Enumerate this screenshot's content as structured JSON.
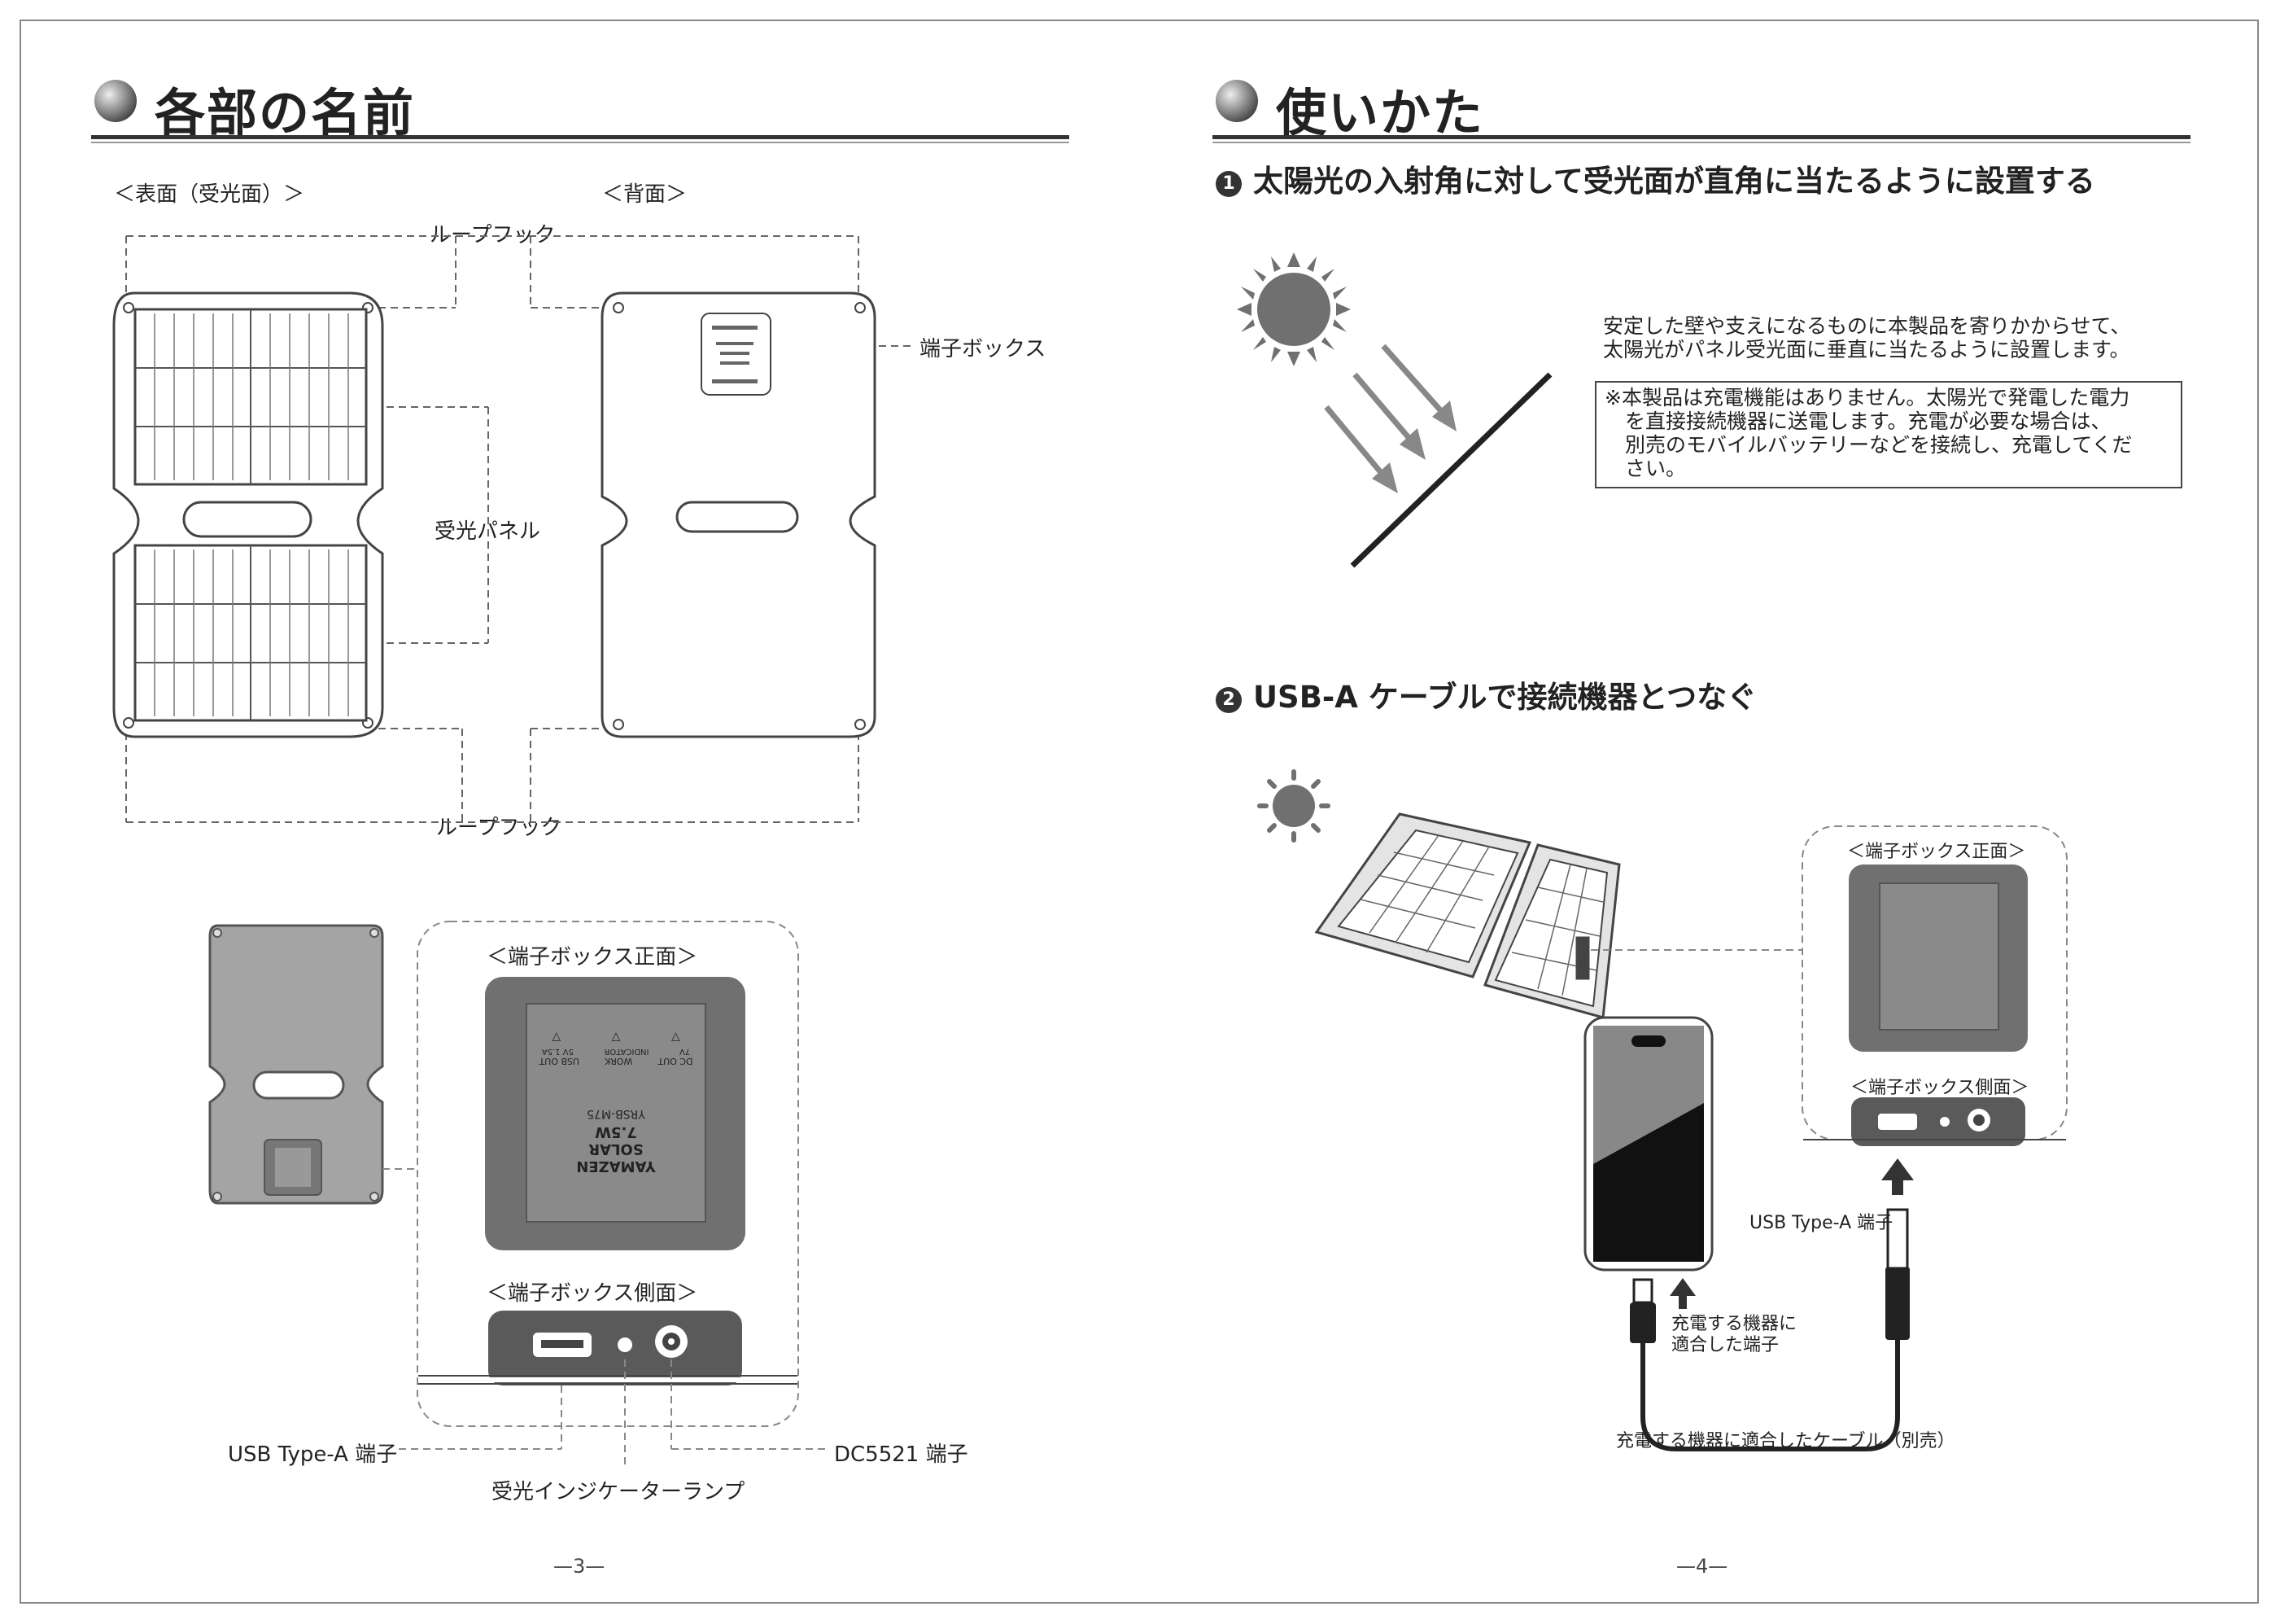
{
  "left": {
    "title": "各部の名前",
    "front_label": "＜表面（受光面）＞",
    "back_label": "＜背面＞",
    "loop_hook_top": "ループフック",
    "loop_hook_bottom": "ループフック",
    "panel_label": "受光パネル",
    "terminal_box_label": "端子ボックス",
    "box_front_title": "＜端子ボックス正面＞",
    "box_side_title": "＜端子ボックス側面＞",
    "usb_label": "USB Type-A 端子",
    "dc_label": "DC5521 端子",
    "lamp_label": "受光インジケーターランプ",
    "page_number": "—3—",
    "box_text": {
      "brand": "YAMAZEN",
      "solar": "SOLAR",
      "watt": "7.5W",
      "model": "YRSB-M75",
      "ports": [
        "DC OUT",
        "WORK",
        "USB OUT"
      ],
      "port_specs": [
        "7V",
        "INDICATOR",
        "5V 1.5A"
      ]
    }
  },
  "right": {
    "title": "使いかた",
    "step1": {
      "number": "1",
      "heading": "太陽光の入射角に対して受光面が直角に当たるように設置する",
      "para_lines": [
        "安定した壁や支えになるものに本製品を寄りかからせて、",
        "太陽光がパネル受光面に垂直に当たるように設置します。"
      ],
      "note_lines": [
        "※本製品は充電機能はありません。太陽光で発電した電力",
        "　を直接接続機器に送電します。充電が必要な場合は、",
        "　別売のモバイルバッテリーなどを接続し、充電してくだ",
        "　さい。"
      ]
    },
    "step2": {
      "number": "2",
      "heading": "USB-A ケーブルで接続機器とつなぐ",
      "box_front_title": "＜端子ボックス正面＞",
      "box_side_title": "＜端子ボックス側面＞",
      "usb_label": "USB Type-A 端子",
      "device_port_lines": [
        "充電する機器に",
        "適合した端子"
      ],
      "cable_label": "充電する機器に適合したケーブル（別売）"
    },
    "page_number": "—4—"
  },
  "colors": {
    "box_gray": "#707070",
    "box_dark": "#5a5a5a",
    "line": "#333333",
    "arrow": "#8a8a8a"
  }
}
